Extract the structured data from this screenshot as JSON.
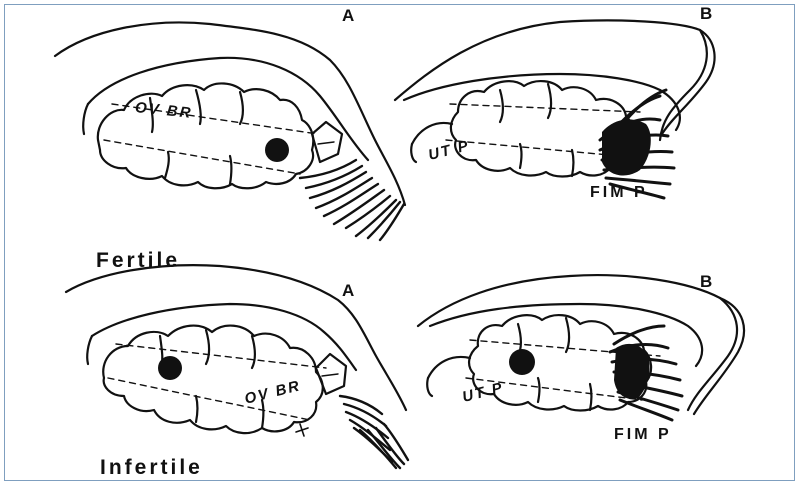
{
  "figure": {
    "rows": [
      {
        "label": "Fertile",
        "panel_a": {
          "letter": "A",
          "ovary_label": "OV BR"
        },
        "panel_b": {
          "letter": "B",
          "ut_label": "UT P",
          "fim_label": "FIM P"
        }
      },
      {
        "label": "Infertile",
        "panel_a": {
          "letter": "A",
          "ovary_label": "OV BR"
        },
        "panel_b": {
          "letter": "B",
          "ut_label": "UT P",
          "fim_label": "FIM P"
        }
      }
    ]
  }
}
